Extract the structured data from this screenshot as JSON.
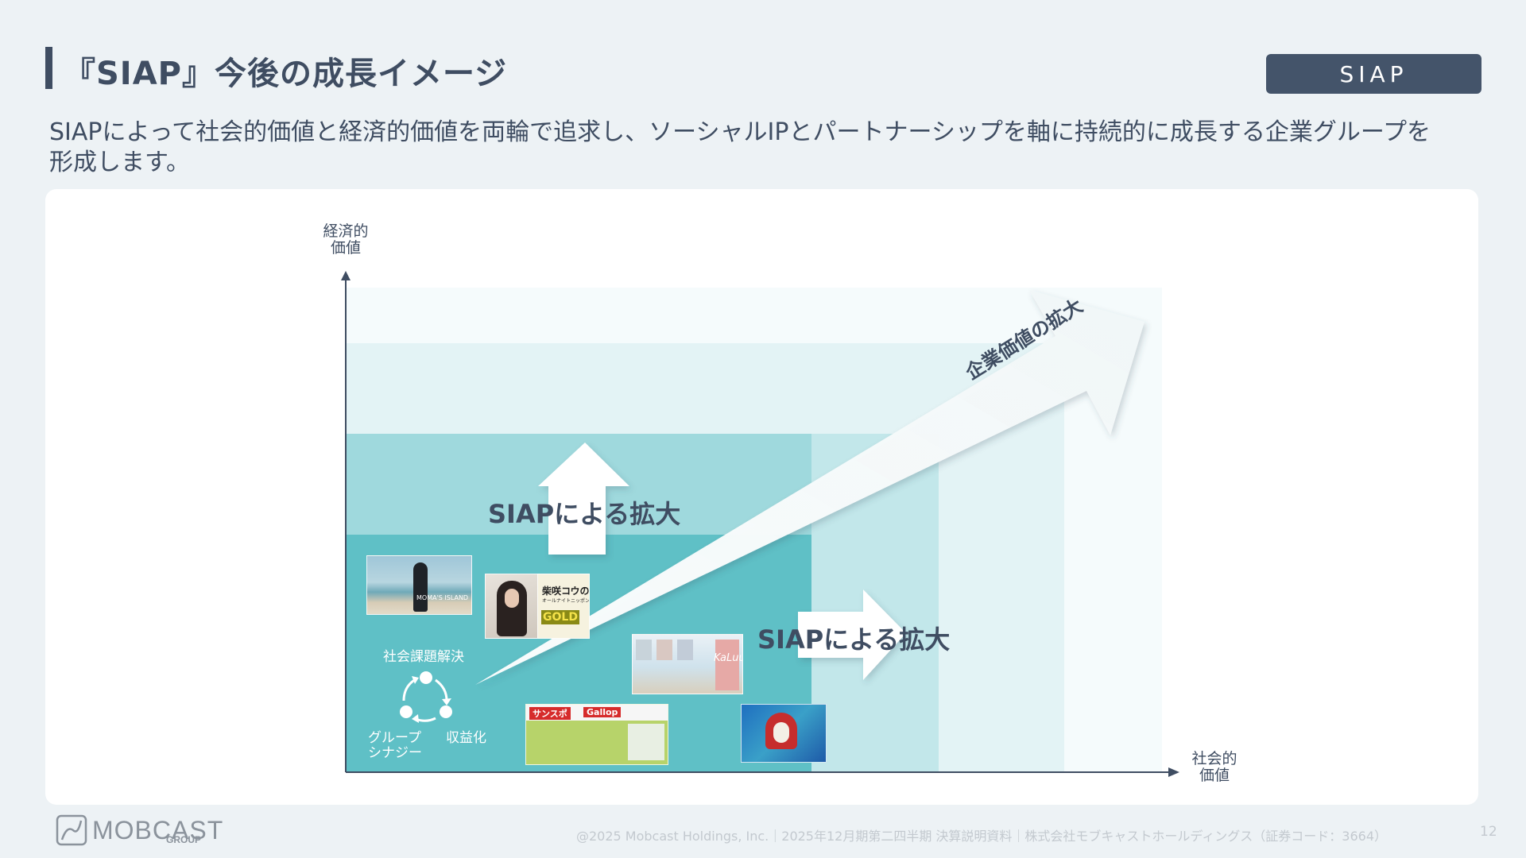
{
  "header": {
    "title": "『SIAP』今後の成長イメージ",
    "tag": "SIAP",
    "subtitle": "SIAPによって社会的価値と経済的価値を両輪で追求し、ソーシャルIPとパートナーシップを軸に持続的に成長する企業グループを形成します。"
  },
  "diagram": {
    "y_axis_label": "経済的\n価値",
    "x_axis_label": "社会的\n価値",
    "vertical_expansion_label": "SIAPによる拡大",
    "horizontal_expansion_label": "SIAPによる拡大",
    "diagonal_arrow_label": "企業価値の拡大",
    "cycle": {
      "top": "社会課題解決",
      "left": "グループ\nシナジー",
      "right": "収益化"
    },
    "thumbnails": {
      "beach_caption": "MOMA'S ISLAND",
      "radio_name": "柴咲コウの",
      "radio_sub": "オールナイトニッポン",
      "radio_gold": "GOLD",
      "sports_logo": "サンスポ",
      "sports_logo2": "Gallop",
      "photo_script": "KaLuu"
    },
    "colors": {
      "layer1": "#f5fbfc",
      "layer2": "#e3f3f5",
      "layer3": "#9fd9dd",
      "layer4": "#5fc0c6",
      "axis": "#3f4d62"
    }
  },
  "footer": {
    "logo": "MOBCAST",
    "logo_sub": "GROUP",
    "copyright": "@2025 Mobcast Holdings, Inc.｜2025年12月期第二四半期 決算説明資料｜株式会社モブキャストホールディングス（証券コード：3664）",
    "page": "12"
  }
}
